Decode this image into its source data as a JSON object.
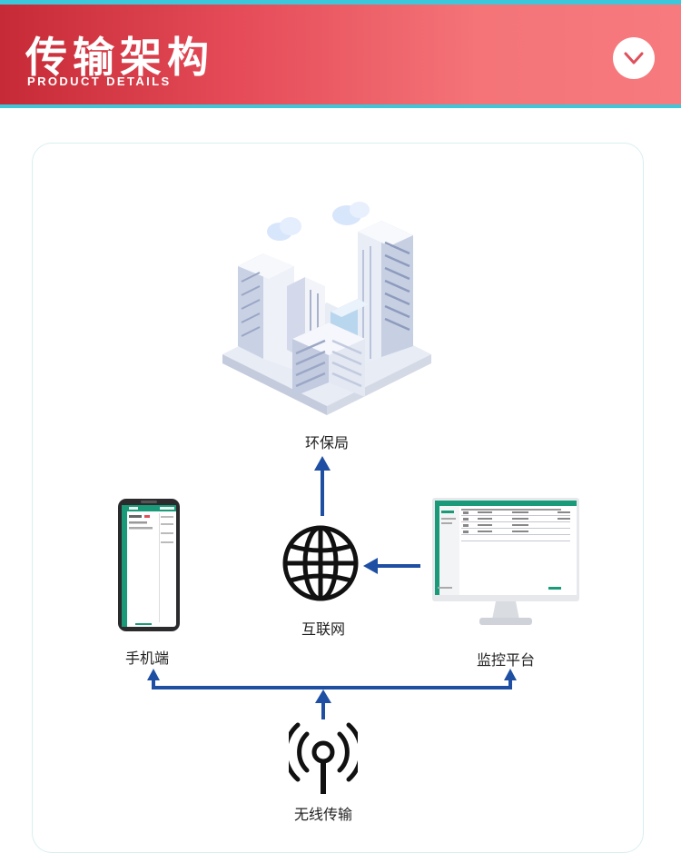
{
  "header": {
    "title": "传输架构",
    "subtitle": "PRODUCT DETAILS",
    "toggle_icon": "chevron-down-icon"
  },
  "diagram": {
    "nodes": {
      "bureau": {
        "label": "环保局",
        "icon": "office-buildings-icon"
      },
      "internet": {
        "label": "互联网",
        "icon": "globe-icon"
      },
      "mobile": {
        "label": "手机端",
        "icon": "smartphone-icon"
      },
      "platform": {
        "label": "监控平台",
        "icon": "monitor-icon"
      },
      "wireless": {
        "label": "无线传输",
        "icon": "antenna-signal-icon"
      }
    },
    "connections": [
      {
        "from": "internet",
        "to": "bureau"
      },
      {
        "from": "platform",
        "to": "internet"
      },
      {
        "from": "wireless",
        "to": "mobile"
      },
      {
        "from": "wireless",
        "to": "platform"
      }
    ],
    "colors": {
      "arrow": "#1f4fa3",
      "header_start": "#c62a36",
      "header_end": "#f77a7e",
      "accent_line": "#3dc7da",
      "screen_green": "#1a9a78"
    }
  }
}
